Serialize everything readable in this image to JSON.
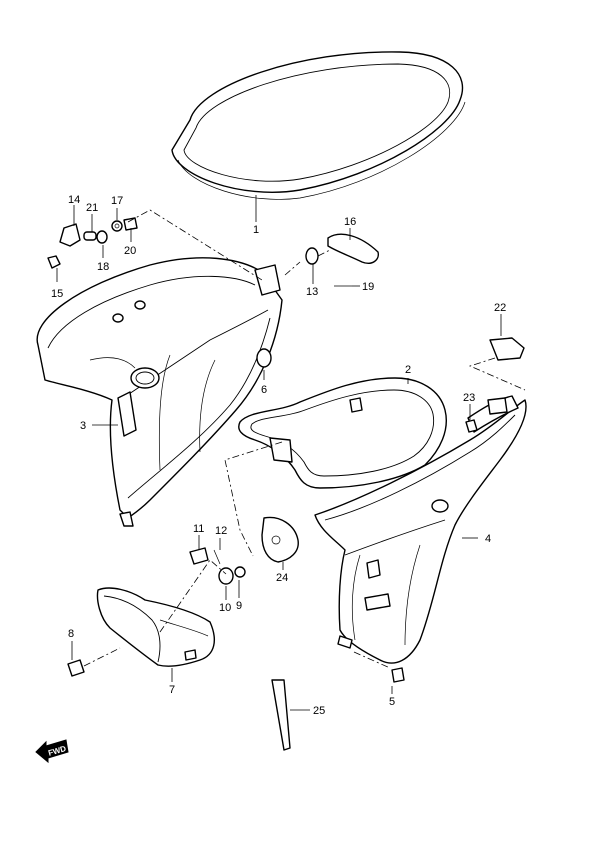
{
  "callouts": {
    "c1": "1",
    "c2": "2",
    "c3": "3",
    "c4": "4",
    "c5": "5",
    "c6": "6",
    "c7": "7",
    "c8": "8",
    "c9": "9",
    "c10": "10",
    "c11": "11",
    "c12": "12",
    "c13": "13",
    "c14": "14",
    "c15": "15",
    "c16": "16",
    "c17": "17",
    "c18": "18",
    "c19": "19",
    "c20": "20",
    "c21": "21",
    "c22": "22",
    "c23": "23",
    "c24": "24",
    "c25": "25"
  },
  "fwd_label": "FWD"
}
